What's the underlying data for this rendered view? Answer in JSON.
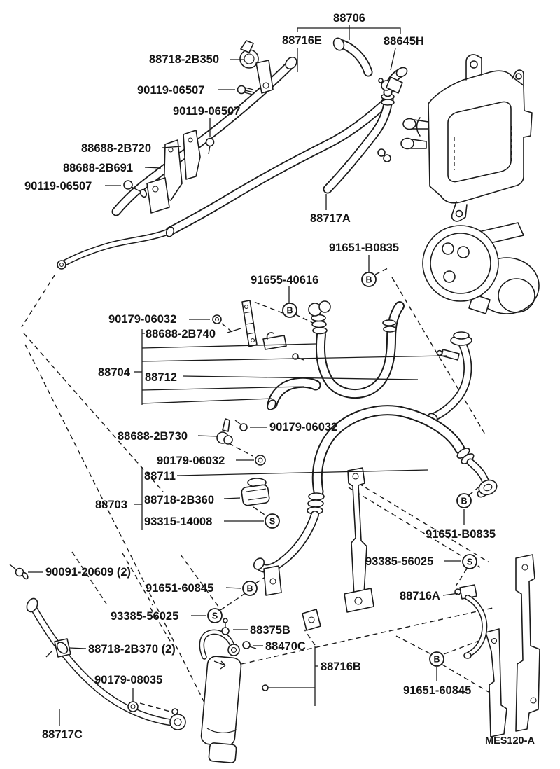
{
  "diagram": {
    "code": "MES120-A",
    "background_color": "#ffffff",
    "line_color": "#1b1b1b"
  },
  "labels": [
    {
      "text": "88706"
    },
    {
      "text": "88716E"
    },
    {
      "text": "88645H"
    },
    {
      "text": "88718-2B350"
    },
    {
      "text": "90119-06507"
    },
    {
      "text": "90119-06507"
    },
    {
      "text": "88688-2B720"
    },
    {
      "text": "88688-2B691"
    },
    {
      "text": "90119-06507"
    },
    {
      "text": "88717A"
    },
    {
      "text": "91651-B0835"
    },
    {
      "text": "91655-40616"
    },
    {
      "text": "90179-06032"
    },
    {
      "text": "88688-2B740"
    },
    {
      "text": "88704"
    },
    {
      "text": "88712"
    },
    {
      "text": "88688-2B730"
    },
    {
      "text": "90179-06032"
    },
    {
      "text": "90179-06032"
    },
    {
      "text": "88711"
    },
    {
      "text": "88703"
    },
    {
      "text": "88718-2B360"
    },
    {
      "text": "93315-14008"
    },
    {
      "text": "90091-20609 (2)"
    },
    {
      "text": "91651-60845"
    },
    {
      "text": "93385-56025"
    },
    {
      "text": "88718-2B370 (2)"
    },
    {
      "text": "90179-08035"
    },
    {
      "text": "88717C"
    },
    {
      "text": "88375B"
    },
    {
      "text": "88470C"
    },
    {
      "text": "88716B"
    },
    {
      "text": "93385-56025"
    },
    {
      "text": "88716A"
    },
    {
      "text": "91651-B0835"
    },
    {
      "text": "91651-60845"
    }
  ],
  "symbols": [
    {
      "text": "B"
    },
    {
      "text": "B"
    },
    {
      "text": "S"
    },
    {
      "text": "B"
    },
    {
      "text": "S"
    },
    {
      "text": "S"
    },
    {
      "text": "B"
    },
    {
      "text": "B"
    }
  ]
}
